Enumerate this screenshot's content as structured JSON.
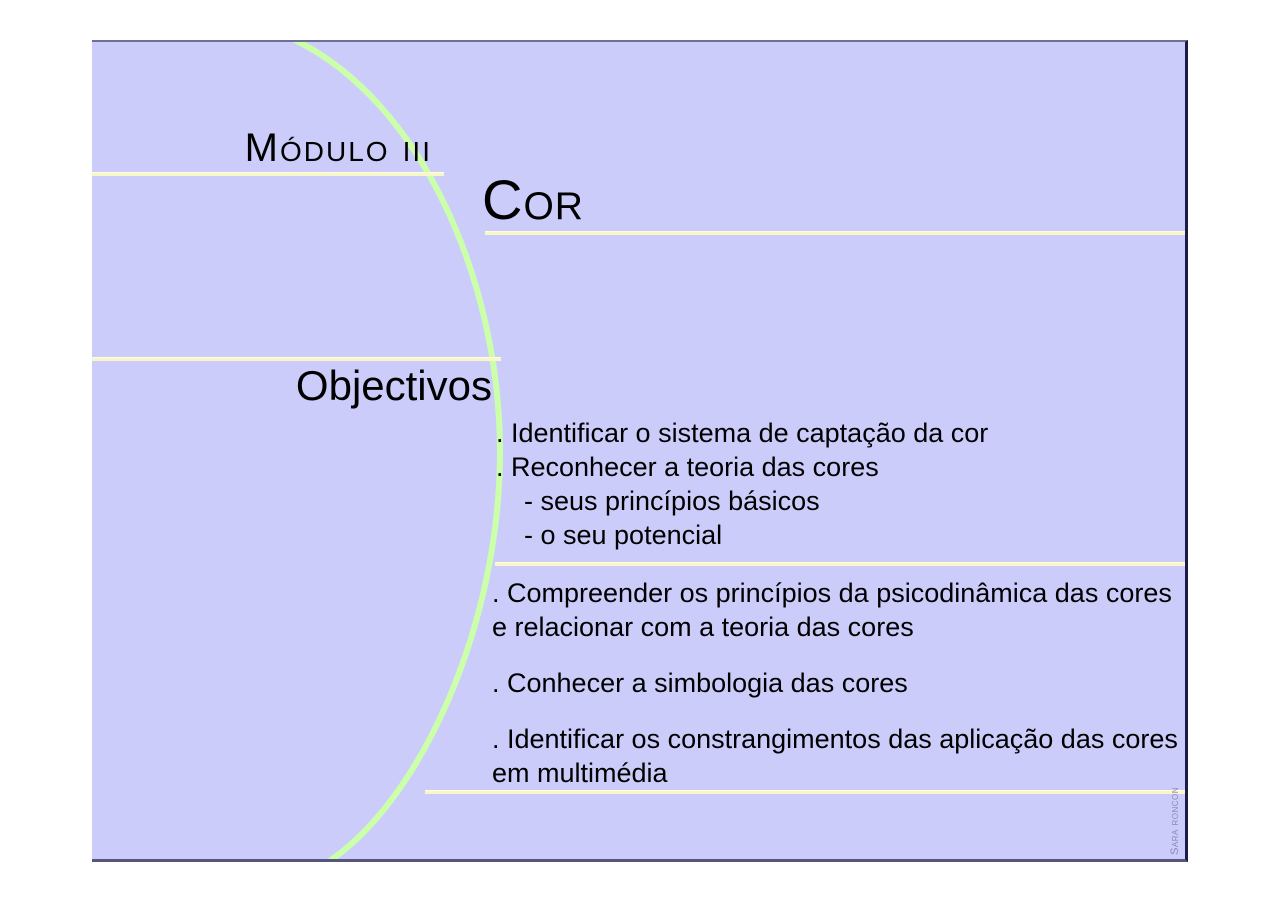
{
  "slide": {
    "module_label": "MÓDULO III",
    "title": "COR",
    "section_heading": "Objectivos",
    "signature": "SARA RONCON",
    "colors": {
      "background": "#ccccfb",
      "rule": "#f7f7c8",
      "arc": "#ccffaa",
      "text": "#000000",
      "border": "#1c1c46",
      "signature": "#8a8ab8"
    },
    "bullets_upper": [
      {
        "marker": ".",
        "text": "Identificar o sistema de captação da cor",
        "level": 1
      },
      {
        "marker": ".",
        "text": "Reconhecer a teoria das cores",
        "level": 1
      },
      {
        "marker": "-",
        "text": "seus princípios básicos",
        "level": 2
      },
      {
        "marker": "-",
        "text": "o seu potencial",
        "level": 2
      }
    ],
    "bullets_lower": [
      {
        "marker": ".",
        "text": "Compreender os princípios da psicodinâmica das cores e relacionar com a teoria das cores"
      },
      {
        "marker": ".",
        "text": "Conhecer a simbologia das cores"
      },
      {
        "marker": ".",
        "text": "Identificar os constrangimentos das aplicação das cores em multimédia"
      }
    ]
  }
}
